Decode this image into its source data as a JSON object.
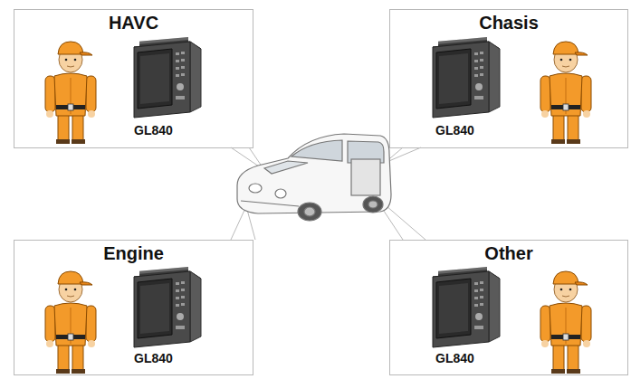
{
  "diagram": {
    "nodes": [
      {
        "text": [
          "HAVC",
          "GL840"
        ]
      },
      {
        "text": [
          "Chasis",
          "GL840"
        ]
      },
      {
        "text": [
          "Engine",
          "GL840"
        ]
      },
      {
        "text": [
          "Other",
          "GL840"
        ]
      }
    ]
  }
}
